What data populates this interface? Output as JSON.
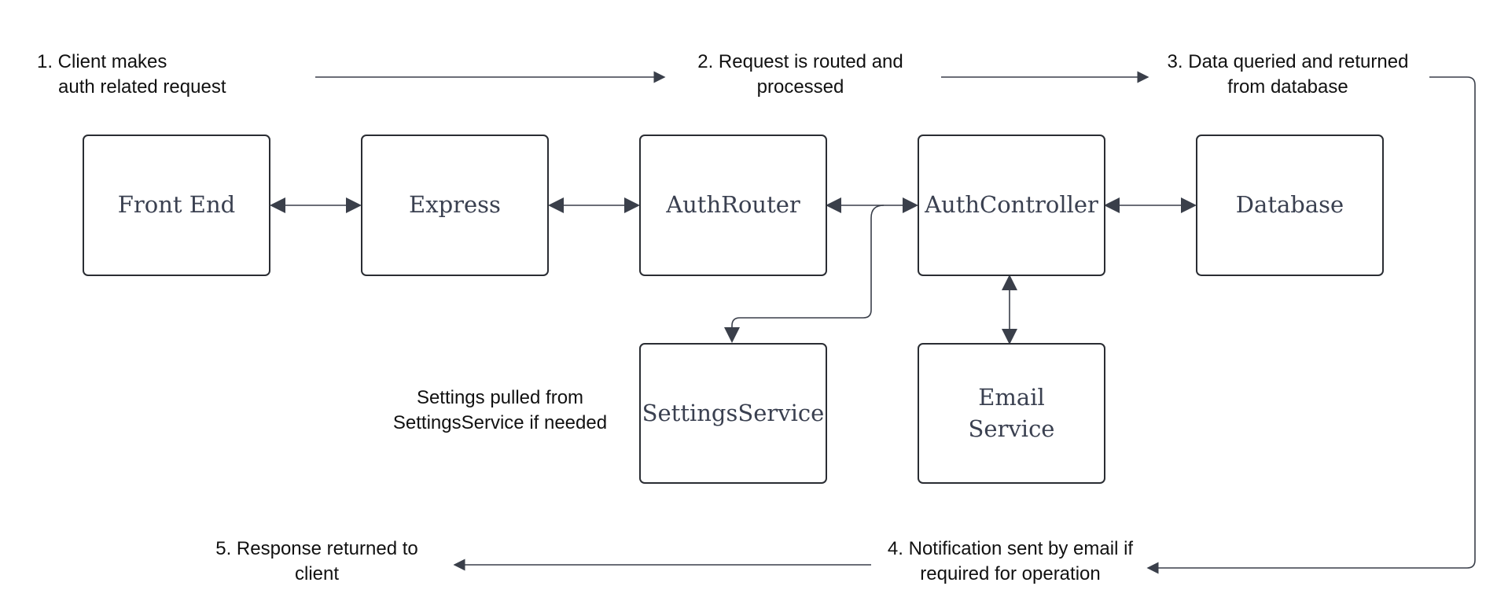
{
  "boxes": {
    "front_end": "Front End",
    "express": "Express",
    "auth_router": "AuthRouter",
    "auth_controller": "AuthController",
    "database": "Database",
    "settings_service": "SettingsService",
    "email_service_line1": "Email",
    "email_service_line2": "Service"
  },
  "steps": {
    "step1": {
      "line1": "1.  Client makes",
      "line2": "auth related request"
    },
    "step2": {
      "line1": "2.  Request is routed and",
      "line2": "processed"
    },
    "step3": {
      "line1": "3. Data queried and returned",
      "line2": "from database"
    },
    "step4": {
      "line1": "4.  Notification sent by email if",
      "line2": "required for operation"
    },
    "step5": {
      "line1": "5.  Response returned to",
      "line2": "client"
    }
  },
  "notes": {
    "settings": {
      "line1": "Settings pulled from",
      "line2": "SettingsService if needed"
    }
  },
  "colors": {
    "stroke": "#3a3f4a",
    "box_border": "#2a2d33",
    "box_text": "#3a4050",
    "label_text": "#111111"
  }
}
